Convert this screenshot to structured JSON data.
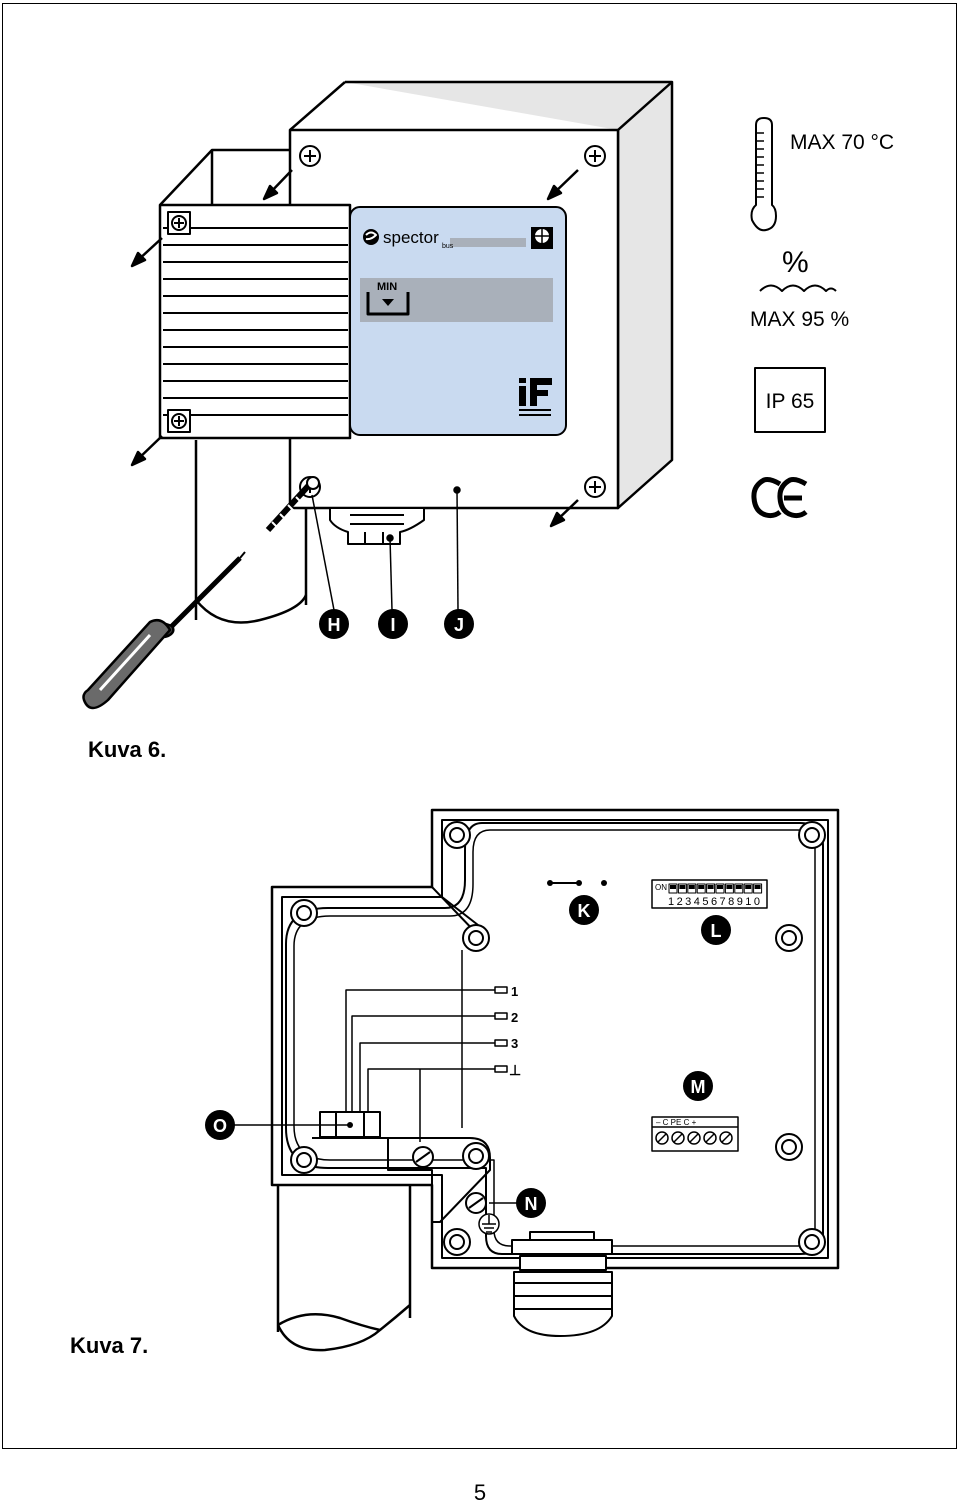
{
  "figure6": {
    "caption": "Kuva 6.",
    "brand": "spector",
    "brand_sub": "bus",
    "level_label": "MIN",
    "markers": [
      "H",
      "I",
      "J"
    ],
    "temperature_limit": "MAX 70 °C",
    "humidity_symbol": "%",
    "humidity_limit": "MAX 95 %",
    "ip_rating": "IP 65",
    "ce_mark": "CE",
    "icons": [
      "thermometer-icon",
      "humidity-icon",
      "ce-mark-icon",
      "screwdriver-icon",
      "if-award-logo"
    ]
  },
  "figure7": {
    "caption": "Kuva 7.",
    "markers": [
      "K",
      "L",
      "M",
      "N",
      "O"
    ],
    "wire_labels": [
      "1",
      "2",
      "3",
      "⊥"
    ],
    "dip_switch": {
      "on_label": "ON",
      "numbers": [
        "1",
        "2",
        "3",
        "4",
        "5",
        "6",
        "7",
        "8",
        "9",
        "10"
      ]
    },
    "terminal_labels": [
      "–",
      "C",
      "PE",
      "C",
      "+"
    ],
    "icons": [
      "ground-icon",
      "jumper-icon"
    ]
  },
  "page_number": "5",
  "colors": {
    "line": "#000000",
    "panel_fill": "#c9daf0",
    "display_bar": "#a9b0ba",
    "housing_fill": "#ffffff"
  }
}
